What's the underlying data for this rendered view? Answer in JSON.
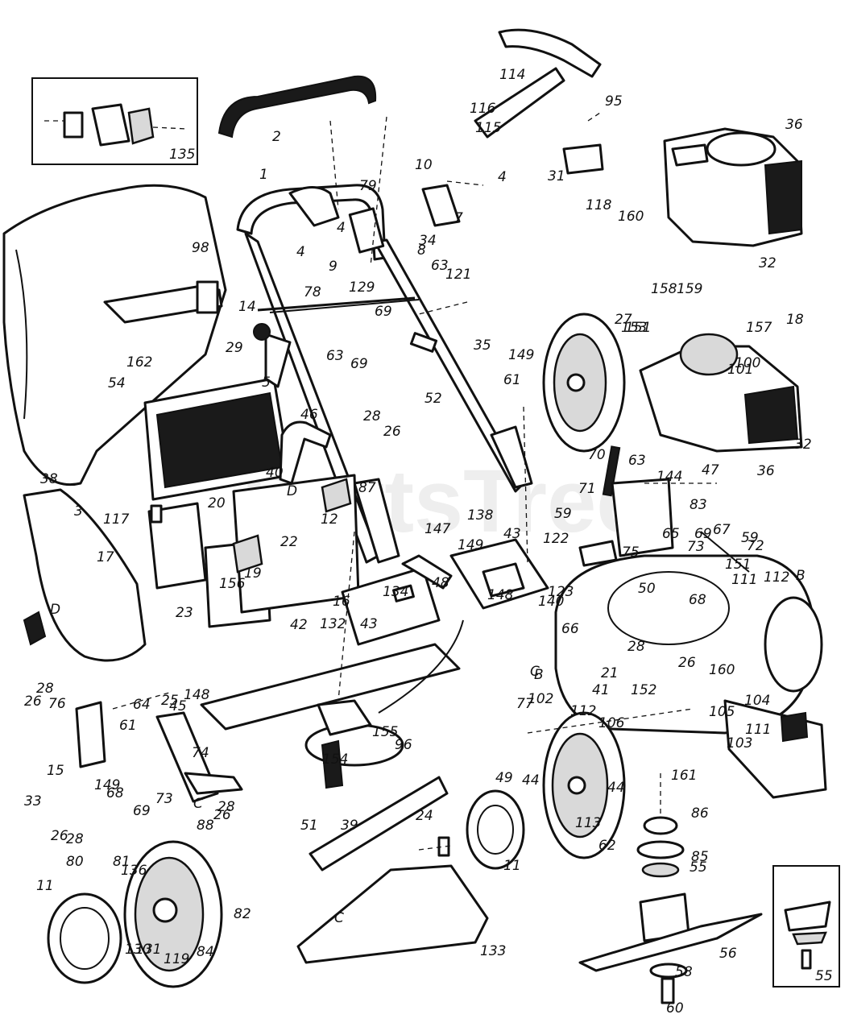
{
  "watermark": "PartsTree",
  "insets": {
    "top_left": "135",
    "bottom_right": "55"
  },
  "callouts": [
    "1",
    "2",
    "3",
    "4",
    "4",
    "4",
    "5",
    "7",
    "8",
    "9",
    "10",
    "11",
    "11",
    "12",
    "14",
    "15",
    "16",
    "17",
    "18",
    "19",
    "20",
    "21",
    "22",
    "23",
    "24",
    "25",
    "26",
    "26",
    "26",
    "26",
    "26",
    "27",
    "28",
    "28",
    "28",
    "28",
    "28",
    "29",
    "31",
    "32",
    "32",
    "33",
    "34",
    "35",
    "36",
    "36",
    "38",
    "39",
    "40",
    "41",
    "42",
    "43",
    "43",
    "44",
    "44",
    "45",
    "46",
    "47",
    "48",
    "49",
    "50",
    "51",
    "52",
    "54",
    "55",
    "56",
    "58",
    "59",
    "59",
    "60",
    "61",
    "61",
    "62",
    "63",
    "63",
    "63",
    "64",
    "65",
    "66",
    "67",
    "68",
    "68",
    "69",
    "69",
    "69",
    "69",
    "70",
    "71",
    "72",
    "73",
    "73",
    "74",
    "75",
    "76",
    "77",
    "78",
    "79",
    "80",
    "81",
    "82",
    "83",
    "84",
    "85",
    "86",
    "87",
    "88",
    "95",
    "96",
    "98",
    "100",
    "101",
    "102",
    "103",
    "104",
    "105",
    "106",
    "111",
    "111",
    "112",
    "112",
    "113",
    "114",
    "115",
    "116",
    "117",
    "118",
    "119",
    "121",
    "122",
    "123",
    "129",
    "130",
    "131",
    "132",
    "133",
    "134",
    "136",
    "138",
    "140",
    "144",
    "147",
    "148",
    "148",
    "149",
    "149",
    "149",
    "151",
    "151",
    "152",
    "153",
    "154",
    "155",
    "156",
    "157",
    "158",
    "159",
    "160",
    "160",
    "161",
    "162",
    "B",
    "B",
    "C",
    "C",
    "C",
    "D",
    "D"
  ]
}
